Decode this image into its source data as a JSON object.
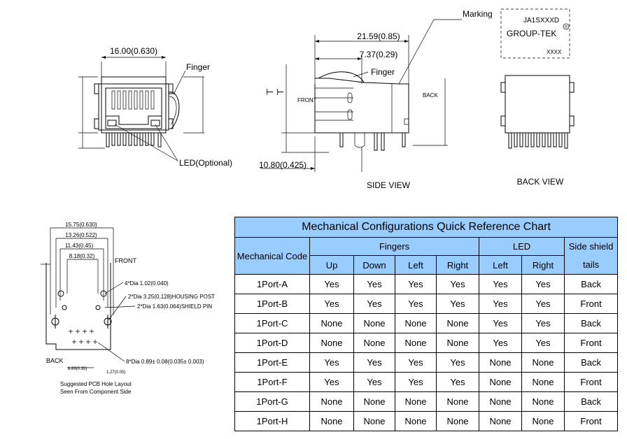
{
  "top_left": {
    "dim_width": "16.00(0.630)",
    "finger_label": "Finger",
    "led_label": "LED(Optional)"
  },
  "side_view": {
    "dim_total": "21.59(0.85)",
    "dim_finger": "7.37(0.29)",
    "dim_bottom": "10.80(0.425)",
    "finger_label": "Finger",
    "marking_label": "Marking",
    "front_label": "FRONT",
    "back_label": "BACK",
    "caption": "SIDE VIEW"
  },
  "marking_box": {
    "line1": "JA1SXXXD",
    "line2": "GROUP-TEK",
    "reg": "R",
    "line3": "XXXX"
  },
  "back_view": {
    "caption": "BACK VIEW"
  },
  "pcb_layout": {
    "dim1": "15.75(0.630)",
    "dim2": "13.26(0.522)",
    "dim3": "11.43(0.45)",
    "dim4": "8.18(0.32)",
    "front_label": "FRONT",
    "back_label": "BACK",
    "note1": "4*Dia 1.02(0.040)",
    "note2": "2*Dia 3.25(0.128)HOUSING POST",
    "note3": "2*Dia 1.63(0.064)SHIELD PIN",
    "note4": "8*Dia  0.89± 0.08(0.035± 0.003)",
    "dim_bottom1": "8.89(0.35)",
    "dim_bottom2": "1.27(0.05)",
    "caption1": "Suggested PCB Hole Layout",
    "caption2": "Seen From Component Side"
  },
  "table": {
    "title": "Mechanical Configurations Quick Reference Chart",
    "col_code": "Mechanical Code",
    "group_fingers": "Fingers",
    "group_led": "LED",
    "col_side": "Side shield tails",
    "sub_fingers": [
      "Up",
      "Down",
      "Left",
      "Right"
    ],
    "sub_led": [
      "Left",
      "Right"
    ],
    "rows": [
      [
        "1Port-A",
        "Yes",
        "Yes",
        "Yes",
        "Yes",
        "Yes",
        "Yes",
        "Back"
      ],
      [
        "1Port-B",
        "Yes",
        "Yes",
        "Yes",
        "Yes",
        "Yes",
        "Yes",
        "Front"
      ],
      [
        "1Port-C",
        "None",
        "None",
        "None",
        "None",
        "Yes",
        "Yes",
        "Back"
      ],
      [
        "1Port-D",
        "None",
        "None",
        "None",
        "None",
        "Yes",
        "Yes",
        "Front"
      ],
      [
        "1Port-E",
        "Yes",
        "Yes",
        "Yes",
        "Yes",
        "None",
        "None",
        "Back"
      ],
      [
        "1Port-F",
        "Yes",
        "Yes",
        "Yes",
        "Yes",
        "None",
        "None",
        "Front"
      ],
      [
        "1Port-G",
        "None",
        "None",
        "None",
        "None",
        "None",
        "None",
        "Back"
      ],
      [
        "1Port-H",
        "None",
        "None",
        "None",
        "None",
        "None",
        "None",
        "Front"
      ]
    ]
  }
}
